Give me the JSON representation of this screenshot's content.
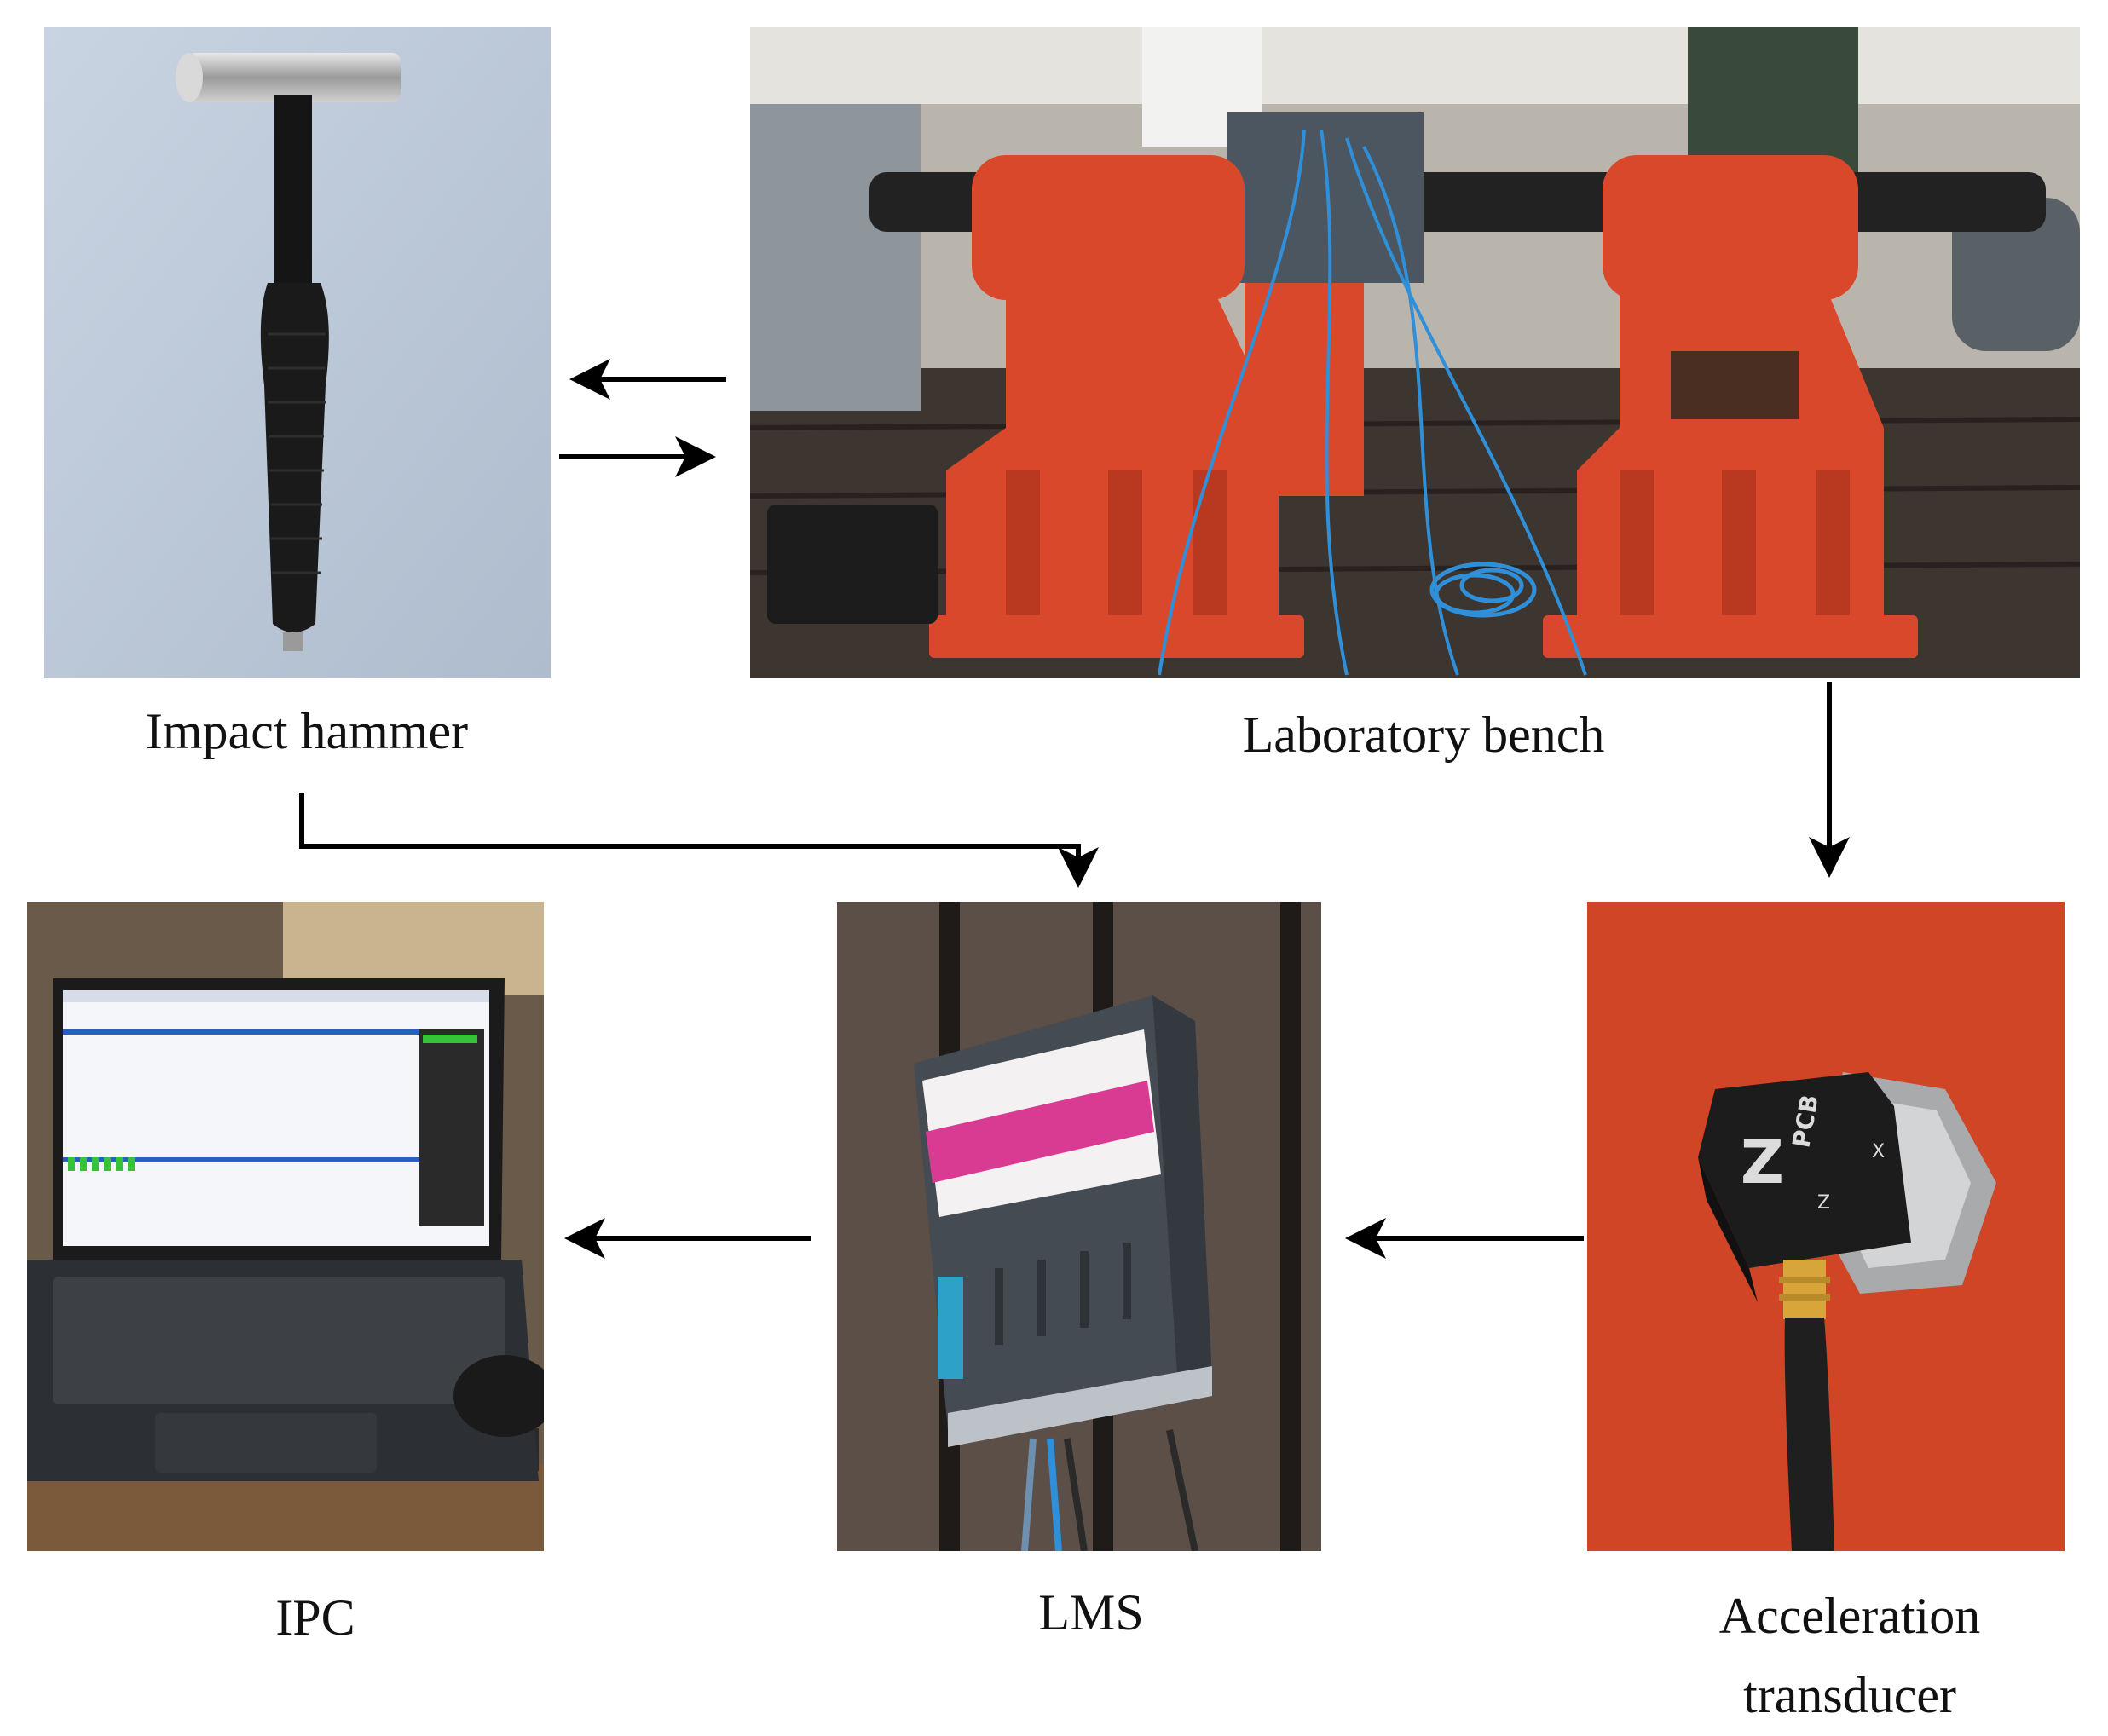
{
  "nodes": {
    "impact_hammer": {
      "label": "Impact hammer"
    },
    "laboratory_bench": {
      "label": "Laboratory bench"
    },
    "ipc": {
      "label": "IPC"
    },
    "lms": {
      "label": "LMS"
    },
    "acceleration_transducer": {
      "label_line1": "Acceleration",
      "label_line2": "transducer"
    }
  },
  "photo_texts": {
    "sensor_axis_letter": "Z",
    "sensor_brand": "PCB",
    "sensor_axis_x": "X",
    "sensor_axis_z": "Z"
  },
  "edges": [
    {
      "from": "laboratory_bench",
      "to": "impact_hammer"
    },
    {
      "from": "impact_hammer",
      "to": "laboratory_bench"
    },
    {
      "from": "laboratory_bench",
      "to": "acceleration_transducer"
    },
    {
      "from": "impact_hammer",
      "to": "lms"
    },
    {
      "from": "acceleration_transducer",
      "to": "lms"
    },
    {
      "from": "lms",
      "to": "ipc"
    }
  ],
  "colors": {
    "bench_red": "#d9482b",
    "arrow": "#000000",
    "cable_blue": "#2f8fd8"
  }
}
